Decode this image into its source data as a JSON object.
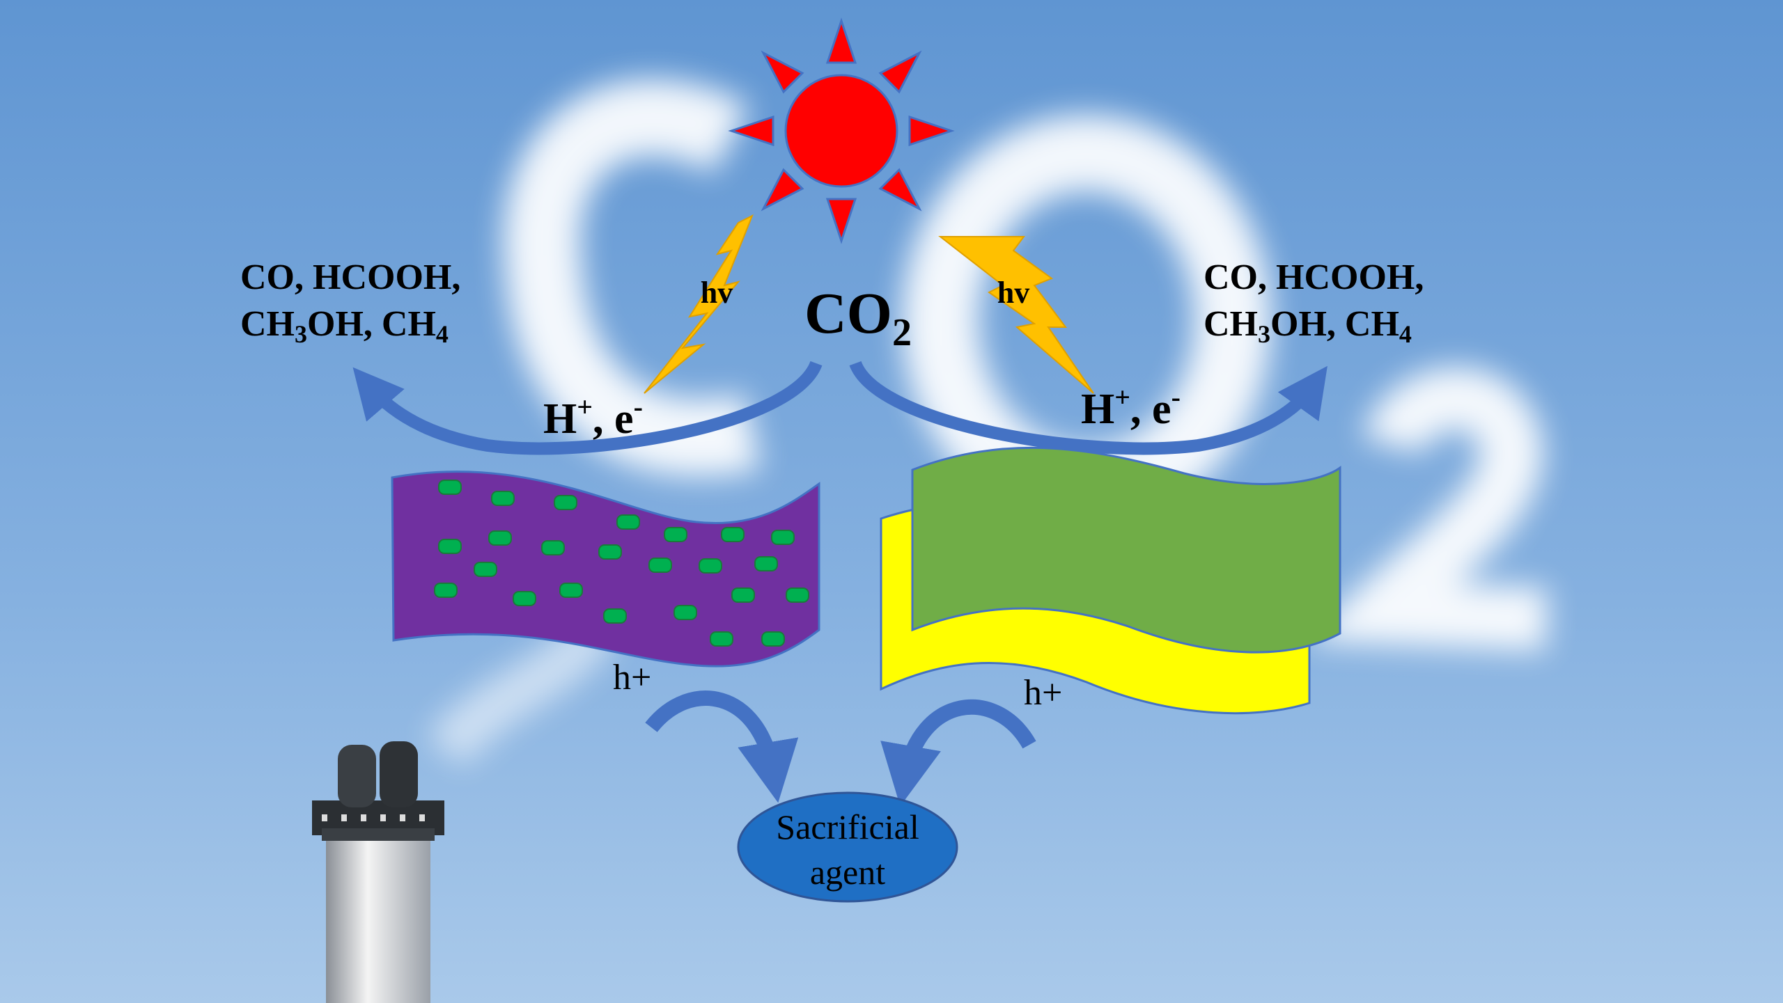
{
  "center_label": {
    "main": "CO",
    "sub": "2"
  },
  "left_products": {
    "line1": "CO, HCOOH,",
    "line2_parts": [
      "CH",
      "3",
      "OH, CH",
      "4"
    ]
  },
  "right_products": {
    "line1": "CO, HCOOH,",
    "line2_parts": [
      "CH",
      "3",
      "OH, CH",
      "4"
    ]
  },
  "light_label_left": "hv",
  "light_label_right": "hv",
  "proton_electron_left": {
    "h": "H",
    "hsup": "+",
    "e": ", e",
    "esup": "-"
  },
  "proton_electron_right": {
    "h": "H",
    "hsup": "+",
    "e": ", e",
    "esup": "-"
  },
  "hole_left": "h+",
  "hole_right": "h+",
  "sacrificial_agent": {
    "line1": "Sacrificial",
    "line2": "agent"
  },
  "colors": {
    "sun": "#ff0000",
    "lightning": "#ffc000",
    "arrow": "#4472c4",
    "purple_sheet": "#7030a0",
    "dots": "#00b050",
    "green_sheet": "#70ad47",
    "yellow_sheet": "#ffff00",
    "agent": "#1f6fc4"
  }
}
